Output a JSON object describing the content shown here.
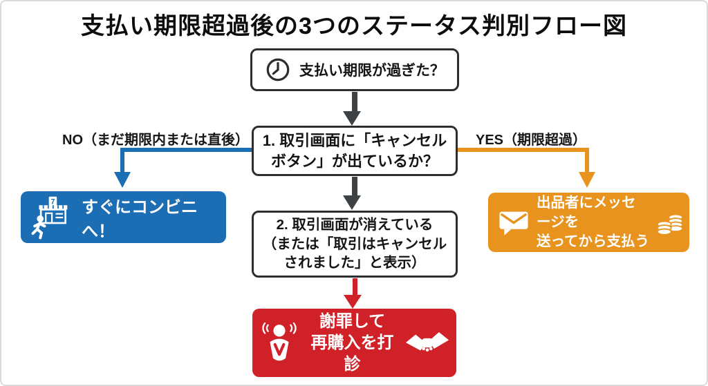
{
  "title": "支払い期限超過後の3つのステータス判別フロー図",
  "colors": {
    "blue": "#1b6db4",
    "orange": "#e8931e",
    "red": "#cf2127",
    "arrow-gray": "#3f4245",
    "node-border": "#2d2d2d",
    "canvas-border": "#dcdad8",
    "text-dark": "#141414",
    "text-light": "#ffffff"
  },
  "flow": {
    "start": {
      "icon": "clock-icon",
      "label": "支払い期限が過ぎた？"
    },
    "decision1": {
      "lines": [
        "1. 取引画面に「キャンセル",
        "ボタン」が出ているか？"
      ]
    },
    "branch_no": {
      "label": "NO（まだ期限内または直後）"
    },
    "branch_yes": {
      "label": "YES（期限超過）"
    },
    "result_no": {
      "icon": "convenience-store-runner-icon",
      "label": "すぐにコンビニへ！"
    },
    "result_yes": {
      "icon_left": "mail-message-icon",
      "icon_right": "coins-icon",
      "lines": [
        "出品者にメッセージを",
        "送ってから支払う"
      ]
    },
    "decision2": {
      "lines": [
        "2. 取引画面が消えている",
        "（または「取引はキャンセル",
        "されました」と表示）"
      ]
    },
    "result_cancel": {
      "icon_left": "bowing-person-icon",
      "icon_right": "handshake-icon",
      "lines": [
        "謝罪して",
        "再購入を打診"
      ]
    }
  }
}
